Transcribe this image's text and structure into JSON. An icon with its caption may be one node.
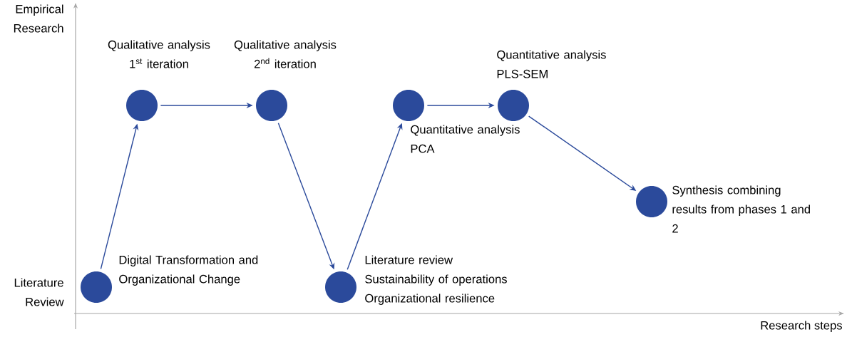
{
  "diagram": {
    "nodes": [
      {
        "text": [],
        "shape": "circle",
        "beside": [
          "Digital Transformation and Organizational Change"
        ]
      },
      {
        "text": [],
        "shape": "circle",
        "beside": [
          "Qualitative analysis 1$^{st}$ iteration"
        ]
      },
      {
        "text": [],
        "shape": "circle",
        "beside": [
          "Qualitative analysis 2$^{nd}$ iteration"
        ]
      },
      {
        "text": [],
        "shape": "circle",
        "beside": [
          "Literature review",
          "Sustainability of operations",
          "Organizational resilience"
        ]
      },
      {
        "text": [],
        "shape": "circle",
        "beside": [
          "Quantitative analysis PCA"
        ]
      },
      {
        "text": [],
        "shape": "circle",
        "beside": [
          "Quantitative analysis PLS-SEM"
        ]
      },
      {
        "text": [],
        "shape": "circle",
        "beside": [
          "Synthesis combining results from phases 1 and 2"
        ]
      }
    ],
    "edges": [
      {
        "from": 0,
        "to": 1,
        "arrow": "to"
      },
      {
        "from": 1,
        "to": 2,
        "arrow": "to"
      },
      {
        "from": 2,
        "to": 3,
        "arrow": "to"
      },
      {
        "from": 3,
        "to": 4,
        "arrow": "to"
      },
      {
        "from": 4,
        "to": 5,
        "arrow": "to"
      },
      {
        "from": 5,
        "to": 6,
        "arrow": "to"
      }
    ],
    "labels": [
      "Empirical Research",
      "Literature Review",
      "Research steps"
    ]
  }
}
